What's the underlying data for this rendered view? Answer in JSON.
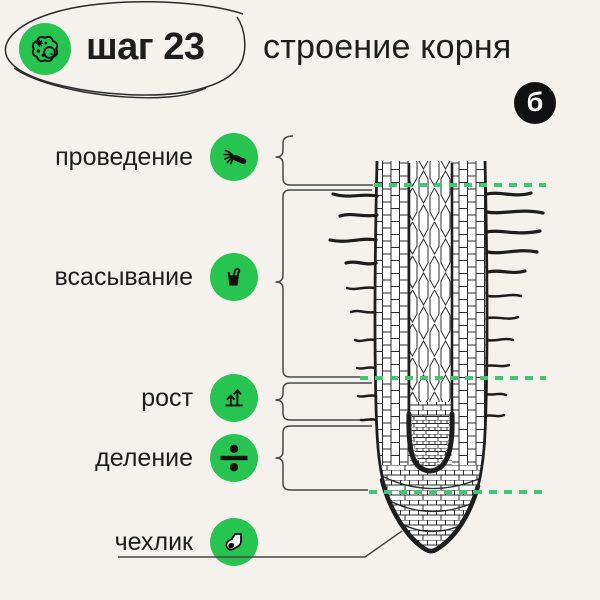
{
  "colors": {
    "background": "#f5f2ee",
    "ink": "#1d1d1b",
    "icon_green": "#28c452",
    "dotted_line_green": "#3fc873",
    "connector_gray": "#474747"
  },
  "header": {
    "badge_text": "шаг 23",
    "badge_icon": "cell-icon",
    "title": "строение корня",
    "logo_letter": "б"
  },
  "labels": [
    {
      "text": "проведение",
      "icon": "conduction-cable-icon"
    },
    {
      "text": "всасывание",
      "icon": "absorption-glass-icon"
    },
    {
      "text": "рост",
      "icon": "growth-arrows-icon"
    },
    {
      "text": "деление",
      "icon": "division-sign-icon"
    },
    {
      "text": "чехлик",
      "icon": "root-cap-sock-icon"
    }
  ],
  "diagram": {
    "illustration": "root-tip-longitudinal-section",
    "zone_boundary_marker": "green-dotted-line",
    "zone_connector": "curly-brace"
  }
}
